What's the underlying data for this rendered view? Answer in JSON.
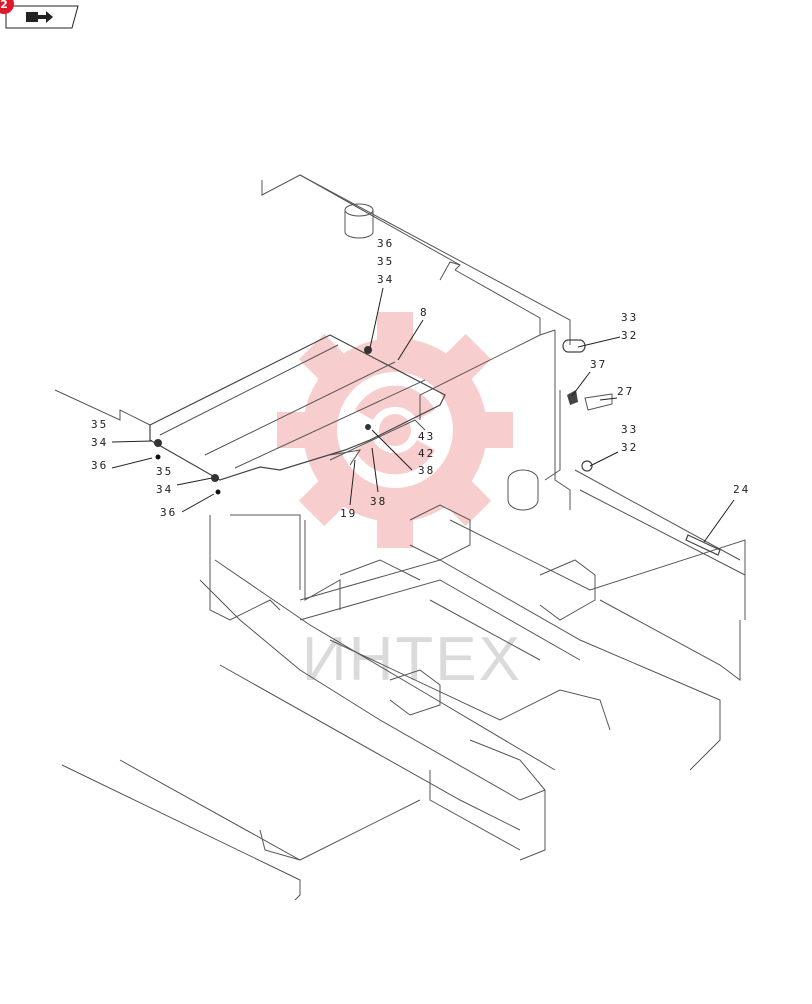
{
  "toolbar": {
    "badge_number": "2",
    "badge_color": "#e0182a",
    "icon": "book-arrow-icon"
  },
  "watermark": {
    "text": "ИНТЕХ",
    "gear_color": "#f4a6a6"
  },
  "callouts": [
    {
      "id": "c36a",
      "text": "36"
    },
    {
      "id": "c35a",
      "text": "35"
    },
    {
      "id": "c34a",
      "text": "34"
    },
    {
      "id": "c8",
      "text": "8"
    },
    {
      "id": "c33a",
      "text": "33"
    },
    {
      "id": "c32a",
      "text": "32"
    },
    {
      "id": "c37",
      "text": "37"
    },
    {
      "id": "c27",
      "text": "27"
    },
    {
      "id": "c33b",
      "text": "33"
    },
    {
      "id": "c32b",
      "text": "32"
    },
    {
      "id": "c35b",
      "text": "35"
    },
    {
      "id": "c34b",
      "text": "34"
    },
    {
      "id": "c36b",
      "text": "36"
    },
    {
      "id": "c35c",
      "text": "35"
    },
    {
      "id": "c34c",
      "text": "34"
    },
    {
      "id": "c36c",
      "text": "36"
    },
    {
      "id": "c43",
      "text": "43"
    },
    {
      "id": "c42",
      "text": "42"
    },
    {
      "id": "c38a",
      "text": "38"
    },
    {
      "id": "c19",
      "text": "19"
    },
    {
      "id": "c38b",
      "text": "38"
    },
    {
      "id": "c24",
      "text": "24"
    }
  ]
}
